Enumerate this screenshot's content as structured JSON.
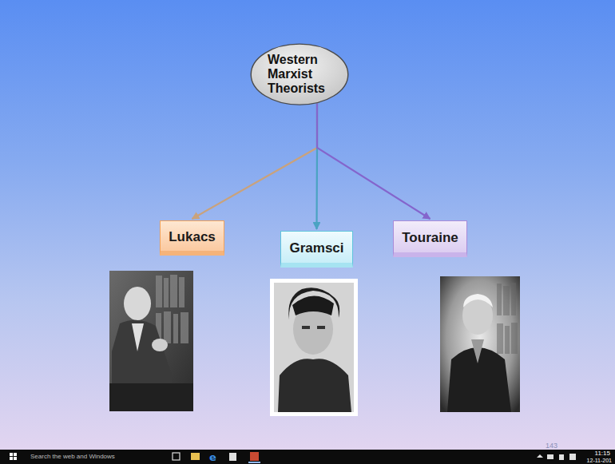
{
  "diagram": {
    "nodes": [
      {
        "text": [
          "Western Marxist Theorists"
        ]
      },
      {
        "text": [
          "Lukacs"
        ]
      },
      {
        "text": [
          "Gramsci"
        ]
      },
      {
        "text": [
          "Touraine"
        ]
      }
    ],
    "edges": [
      {
        "from": 0,
        "to": 1,
        "arrow": "to"
      },
      {
        "from": 0,
        "to": 2,
        "arrow": "to"
      },
      {
        "from": 0,
        "to": 3,
        "arrow": "to"
      }
    ],
    "labels": [
      "143",
      "Search the web and Windows",
      "11:15",
      "12-11-201"
    ]
  }
}
